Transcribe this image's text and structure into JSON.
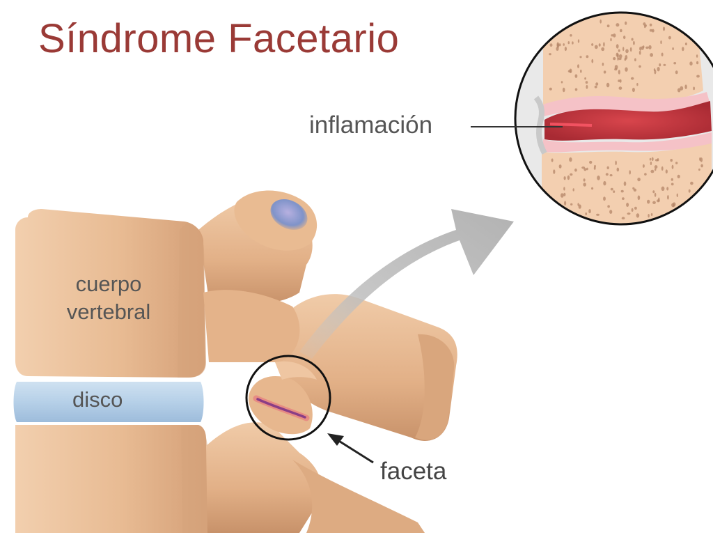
{
  "title": "Síndrome Facetario",
  "labels": {
    "vertebral_body": "cuerpo\nvertebral",
    "disc": "disco",
    "facet": "faceta",
    "inflammation": "inflamación"
  },
  "colors": {
    "title": "#9a3a36",
    "bone": "#e9bd97",
    "bone_shadow": "#cf9a72",
    "disc": "#b8d3ea",
    "inflammation": "#c8323a",
    "arrow": "#b9b9b9"
  }
}
